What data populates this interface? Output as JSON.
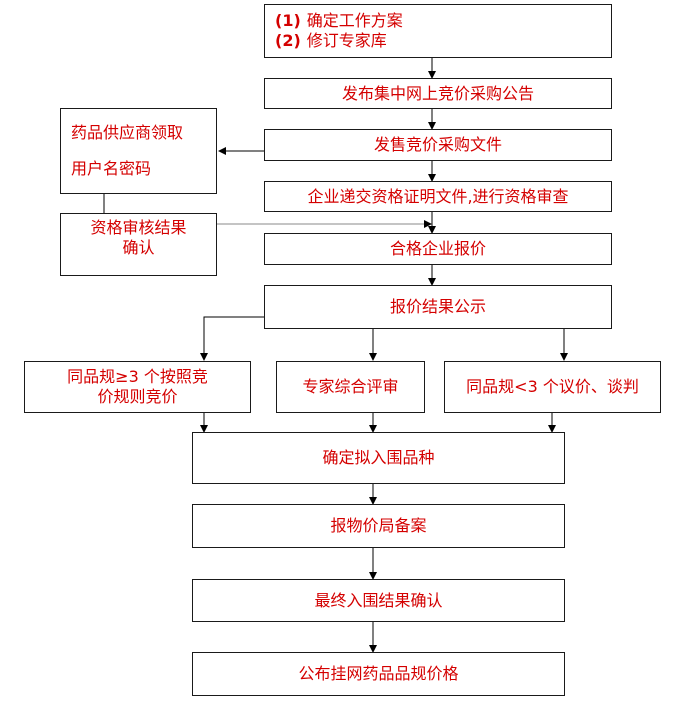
{
  "nodes": {
    "step1": {
      "line1_num": "(1)",
      "line1": "确定工作方案",
      "line2_num": "(2)",
      "line2": "修订专家库"
    },
    "step2": "发布集中网上竞价采购公告",
    "step3": "发售竞价采购文件",
    "step4": "企业递交资格证明文件,进行资格审查",
    "step5": "合格企业报价",
    "step6": "报价结果公示",
    "side_supplier": {
      "line1": "药品供应商领取",
      "line2": "用户名密码"
    },
    "side_review": {
      "line1": "资格审核结果",
      "line2": "确认"
    },
    "branch_ge3": {
      "line1": "同品规≥3 个按照竞",
      "line2": "价规则竞价"
    },
    "branch_expert": "专家综合评审",
    "branch_lt3": "同品规<3 个议价、谈判",
    "step7": "确定拟入围品种",
    "step8": "报物价局备案",
    "step9": "最终入围结果确认",
    "step10": "公布挂网药品品规价格"
  },
  "colors": {
    "text": "#d40000",
    "border": "#1a1a1a",
    "arrow": "#000000"
  }
}
